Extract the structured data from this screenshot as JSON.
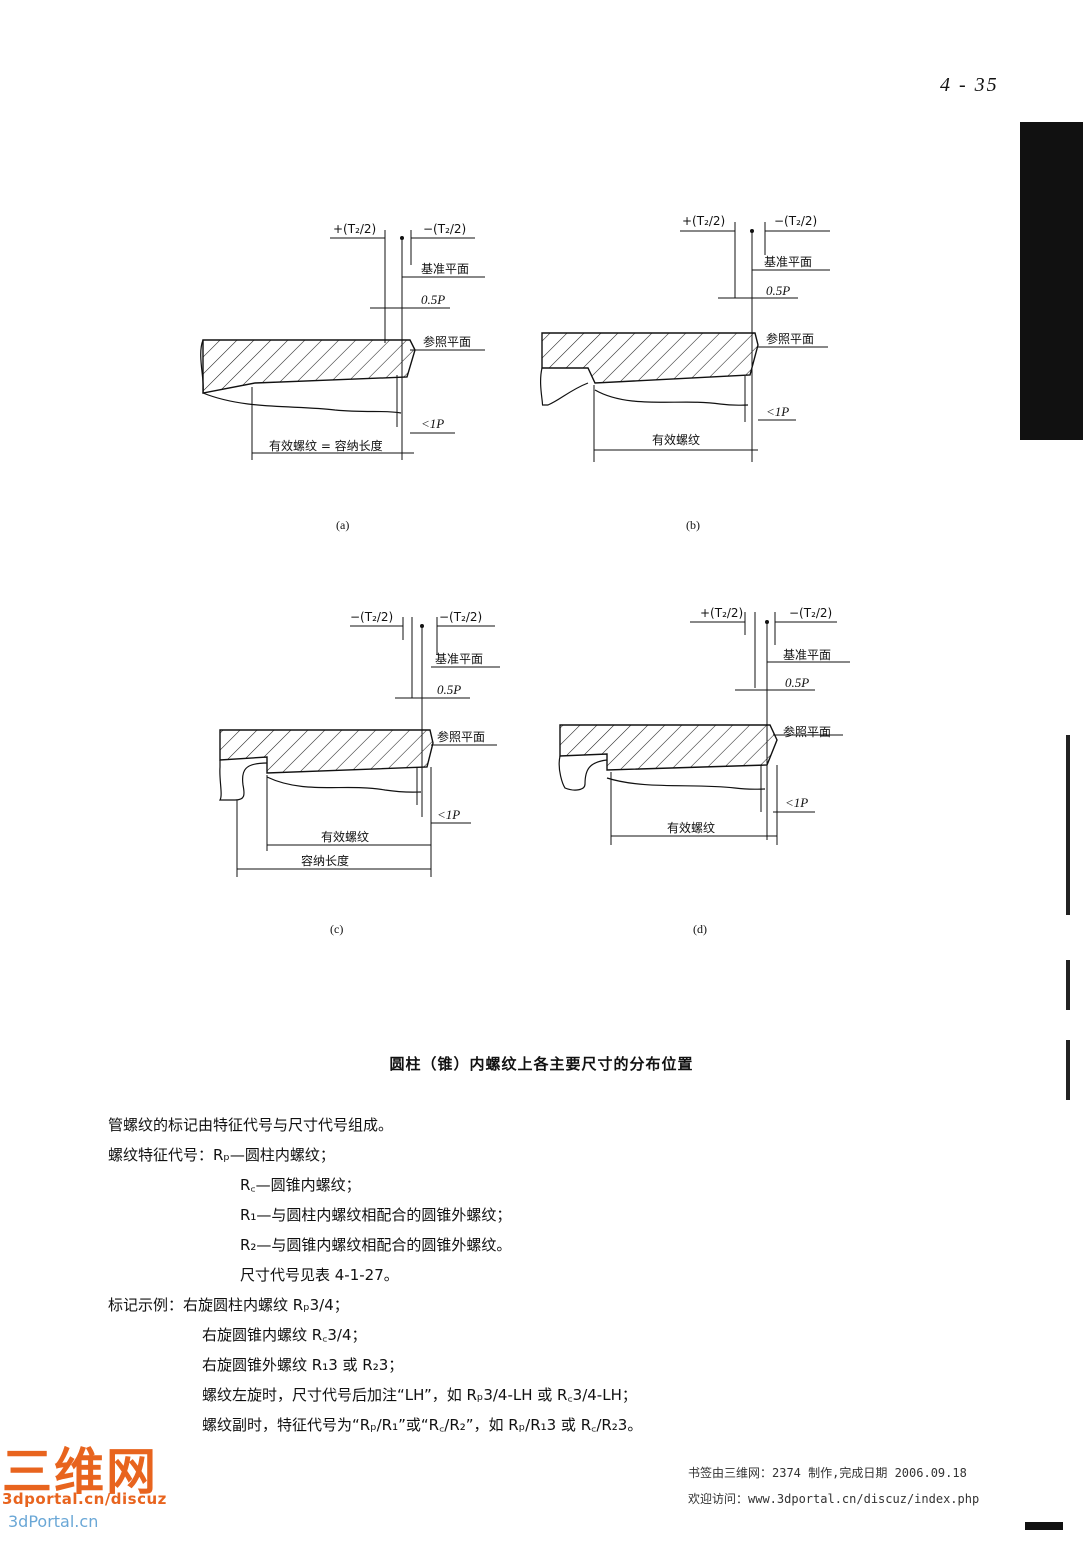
{
  "page_number": "4 - 35",
  "figures": {
    "a": {
      "label": "(a)",
      "tol_plus": "+(T₂/2)",
      "tol_minus": "−(T₂/2)",
      "base_plane": "基准平面",
      "half_pitch": "0.5P",
      "ref_plane": "参照平面",
      "lt_one_p": "<1P",
      "effective": "有效螺纹 = 容纳长度"
    },
    "b": {
      "label": "(b)",
      "tol_plus": "+(T₂/2)",
      "tol_minus": "−(T₂/2)",
      "base_plane": "基准平面",
      "half_pitch": "0.5P",
      "ref_plane": "参照平面",
      "lt_one_p": "<1P",
      "effective": "有效螺纹"
    },
    "c": {
      "label": "(c)",
      "tol_plus": "−(T₂/2)",
      "tol_minus": "−(T₂/2)",
      "base_plane": "基准平面",
      "half_pitch": "0.5P",
      "ref_plane": "参照平面",
      "lt_one_p": "<1P",
      "effective": "有效螺纹",
      "containing": "容纳长度"
    },
    "d": {
      "label": "(d)",
      "tol_plus": "+(T₂/2)",
      "tol_minus": "−(T₂/2)",
      "base_plane": "基准平面",
      "half_pitch": "0.5P",
      "ref_plane": "参照平面",
      "lt_one_p": "<1P",
      "effective": "有效螺纹"
    }
  },
  "caption": "圆柱（锥）内螺纹上各主要尺寸的分布位置",
  "body_lines": [
    "管螺纹的标记由特征代号与尺寸代号组成。",
    "螺纹特征代号：Rₚ—圆柱内螺纹；",
    "R꜀—圆锥内螺纹；",
    "R₁—与圆柱内螺纹相配合的圆锥外螺纹；",
    "R₂—与圆锥内螺纹相配合的圆锥外螺纹。",
    "尺寸代号见表 4-1-27。",
    "标记示例：右旋圆柱内螺纹 Rₚ3/4；",
    "右旋圆锥内螺纹 R꜀3/4；",
    "右旋圆锥外螺纹 R₁3 或 R₂3；",
    "螺纹左旋时，尺寸代号后加注“LH”，如 Rₚ3/4-LH 或 R꜀3/4-LH；",
    "螺纹副时，特征代号为“Rₚ/R₁”或“R꜀/R₂”，如 Rₚ/R₁3 或 R꜀/R₂3。"
  ],
  "footer": {
    "line1": "书签由三维网：2374  制作,完成日期 2006.09.18",
    "line2": "欢迎访问：www.3dportal.cn/discuz/index.php"
  },
  "logo": {
    "big": "三维网",
    "url1": "3dportal.cn/discuz",
    "url2": "3dPortal.cn"
  }
}
